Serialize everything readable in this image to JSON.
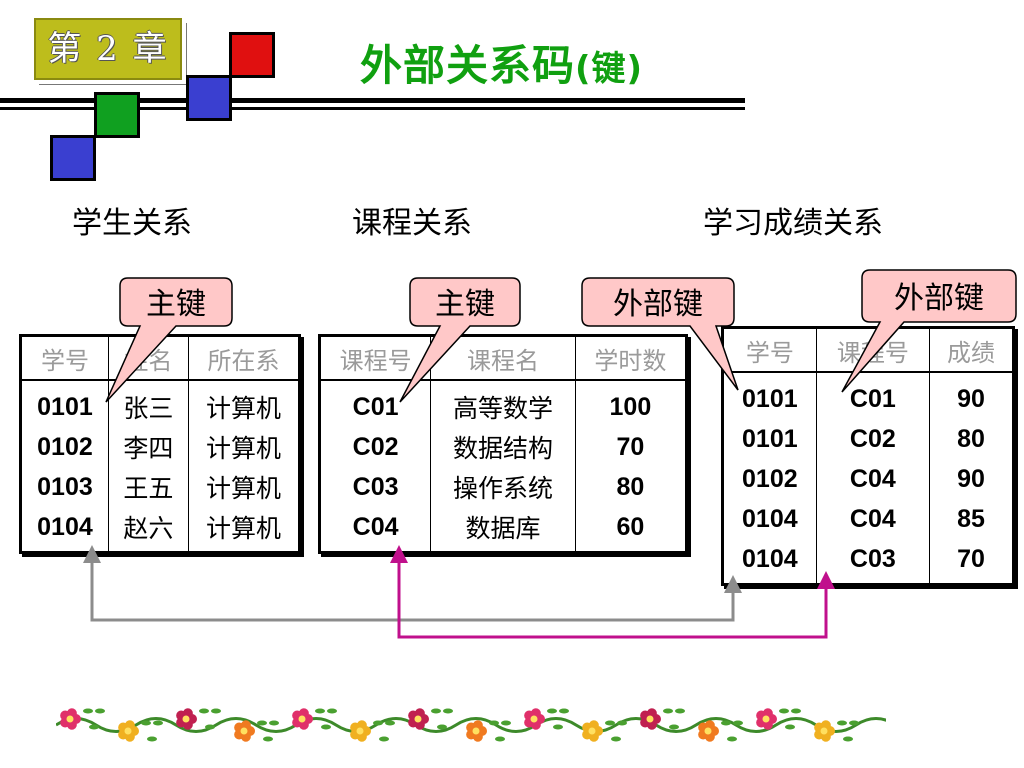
{
  "chapter_label": "第 2 章",
  "title": {
    "main": "外部关系码",
    "paren": "(键)"
  },
  "relations": {
    "student": {
      "heading": "学生关系",
      "columns": [
        "学号",
        "姓名",
        "所在系"
      ],
      "rows": [
        [
          "0101",
          "张三",
          "计算机"
        ],
        [
          "0102",
          "李四",
          "计算机"
        ],
        [
          "0103",
          "王五",
          "计算机"
        ],
        [
          "0104",
          "赵六",
          "计算机"
        ]
      ]
    },
    "course": {
      "heading": "课程关系",
      "columns": [
        "课程号",
        "课程名",
        "学时数"
      ],
      "rows": [
        [
          "C01",
          "高等数学",
          "100"
        ],
        [
          "C02",
          "数据结构",
          "70"
        ],
        [
          "C03",
          "操作系统",
          "80"
        ],
        [
          "C04",
          "数据库",
          "60"
        ]
      ]
    },
    "grades": {
      "heading": "学习成绩关系",
      "columns": [
        "学号",
        "课程号",
        "成绩"
      ],
      "rows": [
        [
          "0101",
          "C01",
          "90"
        ],
        [
          "0101",
          "C02",
          "80"
        ],
        [
          "0102",
          "C04",
          "90"
        ],
        [
          "0104",
          "C04",
          "85"
        ],
        [
          "0104",
          "C03",
          "70"
        ]
      ]
    }
  },
  "callouts": {
    "student_pk": "主键",
    "course_pk": "主键",
    "grades_fk_student": "外部键",
    "grades_fk_course": "外部键"
  },
  "colors": {
    "title": "#10a010",
    "chapter_badge": "#bdbd1c",
    "callout_fill": "#ffc8c8",
    "callout_text": "#2a2ad0",
    "arrow_student": "#8c8c8c",
    "arrow_course": "#c0108c"
  }
}
